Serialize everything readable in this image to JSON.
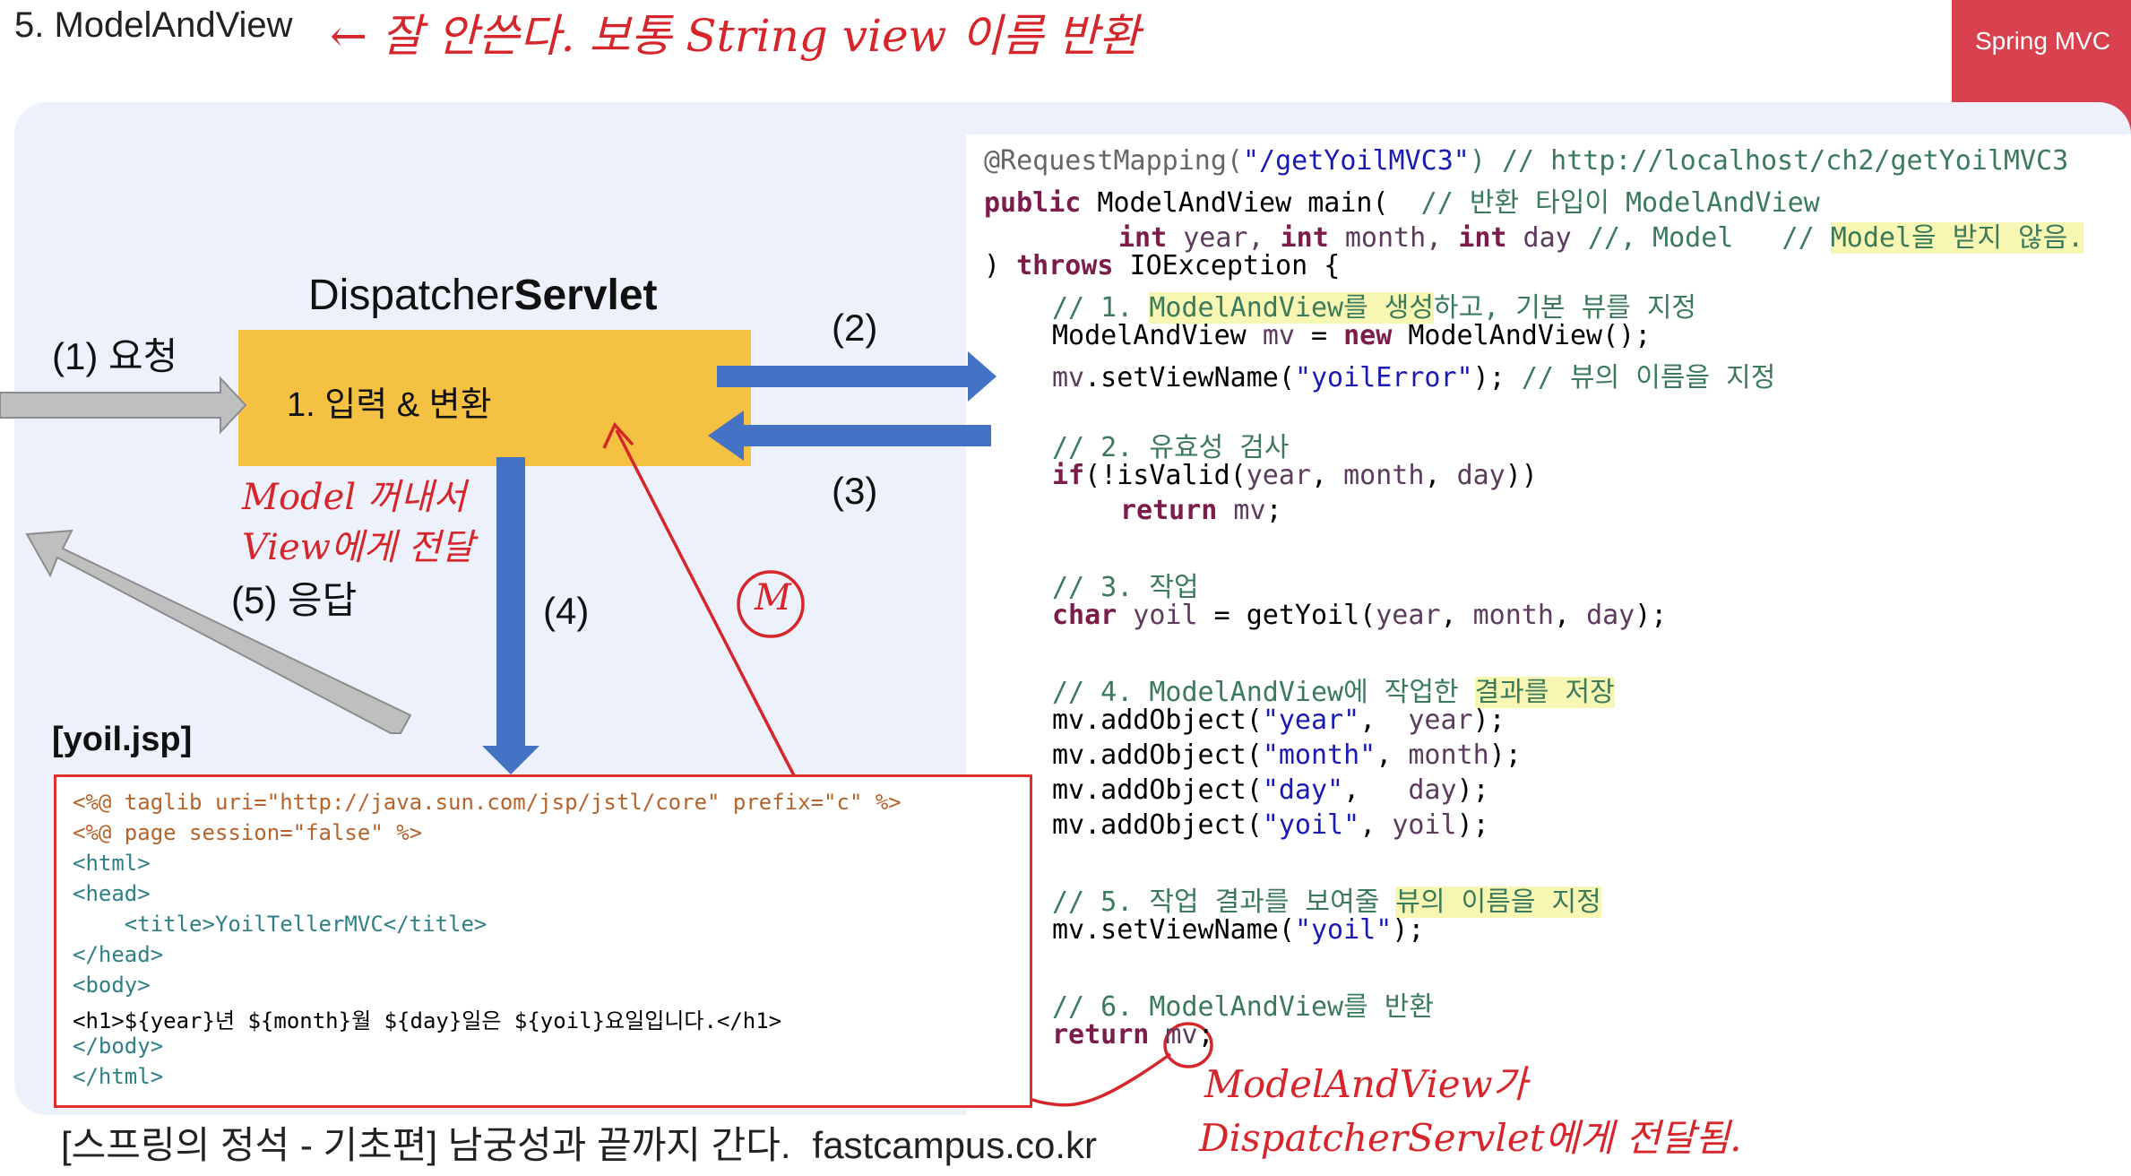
{
  "header": {
    "title": "5. ModelAndView",
    "note": "← 잘 안쓴다. 보통 String view 이름 반환",
    "badge": "Spring MVC"
  },
  "diagram": {
    "servlet_title_prefix": "Dispatcher",
    "servlet_title_bold": "Servlet",
    "box_label": "1. 입력 & 변환",
    "request": "(1) 요청",
    "response": "(5) 응답",
    "step2": "(2)",
    "step3": "(3)",
    "step4": "(4)",
    "note_model_1": "Model 꺼내서",
    "note_model_2": "View에게 전달",
    "note_m": "M"
  },
  "jsp": {
    "label": "[yoil.jsp]",
    "lines": [
      "<%@ taglib uri=\"http://java.sun.com/jsp/jstl/core\" prefix=\"c\" %>",
      "<%@ page session=\"false\" %>",
      "<html>",
      "<head>",
      "    <title>YoilTellerMVC</title>",
      "</head>",
      "<body>",
      "<h1>${year}년 ${month}월 ${day}일은 ${yoil}요일입니다.</h1>",
      "</body>",
      "</html>"
    ]
  },
  "code": {
    "l1a": "@RequestMapping(",
    "l1b": "\"/getYoilMVC3\"",
    "l1c": ") // http://localhost/ch2/getYoilMVC3",
    "l2a": "public",
    "l2b": " ModelAndView main(  ",
    "l2c": "// 반환 타입이 ModelAndView",
    "l3a": "int",
    "l3b": " year, ",
    "l3c": "int",
    "l3d": " month, ",
    "l3e": "int",
    "l3f": " day ",
    "l3g": "//, Model   // ",
    "l3h": "Model을 받지 않음.",
    "l4a": ") ",
    "l4b": "throws",
    "l4c": " IOException {",
    "l5a": "// 1. ",
    "l5b": "ModelAndView를 생성",
    "l5c": "하고, 기본 뷰를 지정",
    "l6a": "ModelAndView ",
    "l6b": "mv",
    "l6c": " = ",
    "l6d": "new",
    "l6e": " ModelAndView();",
    "l7a": "mv",
    "l7b": ".setViewName(",
    "l7c": "\"yoilError\"",
    "l7d": "); ",
    "l7e": "// 뷰의 이름을 지정",
    "l8": "// 2. 유효성 검사",
    "l9a": "if",
    "l9b": "(!isValid(",
    "l9c": "year",
    "l9d": ", ",
    "l9e": "month",
    "l9f": ", ",
    "l9g": "day",
    "l9h": "))",
    "l10a": "return",
    "l10b": " mv",
    "l10c": ";",
    "l11": "// 3. 작업",
    "l12a": "char",
    "l12b": " yoil",
    "l12c": " = getYoil(",
    "l12d": "year",
    "l12e": ", ",
    "l12f": "month",
    "l12g": ", ",
    "l12h": "day",
    "l12i": ");",
    "l13a": "// 4. ModelAndView에 작업한 ",
    "l13b": "결과를 저장",
    "l14a": "mv.addObject(",
    "l14b": "\"year\"",
    "l14c": ",  ",
    "l14d": "year",
    "l14e": ");",
    "l15a": "mv.addObject(",
    "l15b": "\"month\"",
    "l15c": ", ",
    "l15d": "month",
    "l15e": ");",
    "l16a": "mv.addObject(",
    "l16b": "\"day\"",
    "l16c": ",   ",
    "l16d": "day",
    "l16e": ");",
    "l17a": "mv.addObject(",
    "l17b": "\"yoil\"",
    "l17c": ", ",
    "l17d": "yoil",
    "l17e": ");",
    "l18a": "// 5. 작업 결과를 보여줄 ",
    "l18b": "뷰의 이름을 지정",
    "l19a": "mv.setViewName(",
    "l19b": "\"yoil\"",
    "l19c": ");",
    "l20": "// 6. ModelAndView를 반환",
    "l21a": "return",
    "l21b": " mv",
    "l21c": ";"
  },
  "annotation": {
    "mav_1": "ModelAndView가",
    "mav_2": "DispatcherServlet에게 전달됨."
  },
  "footer": {
    "course": "[스프링의 정석 - 기초편] 남궁성과 끝까지 간다.",
    "url": "fastcampus.co.kr"
  }
}
